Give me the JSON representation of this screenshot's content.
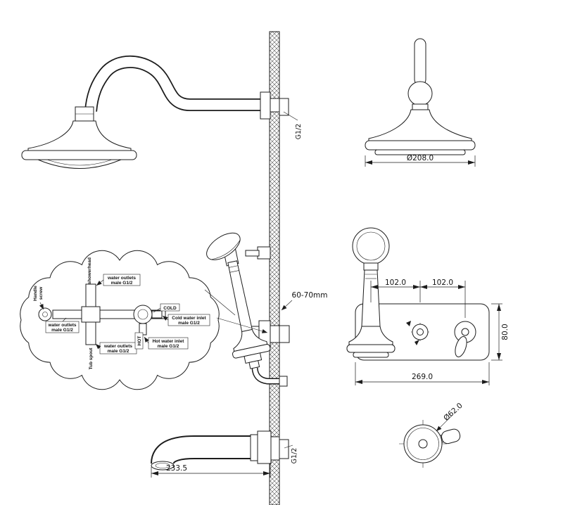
{
  "colors": {
    "background": "#ffffff",
    "line": "#1c1c1c"
  },
  "dimensions": {
    "head_diameter": "Ø208.0",
    "wall_offset": "60-70mm",
    "span_left": "102.0",
    "span_right": "102.0",
    "plate_height": "80.0",
    "plate_width": "269.0",
    "spout_length": "233.5",
    "knob_diameter": "Ø62.0"
  },
  "thread_labels": {
    "top": "G1/2",
    "bottom": "G1/2"
  },
  "callout": {
    "showerhead": "showerhead",
    "handle_line1": "Handle",
    "handle_line2": "screw",
    "outlet_top_line1": "water outlets",
    "outlet_top_line2": "male G1/2",
    "outlet_left_line1": "water outlets",
    "outlet_left_line2": "male G1/2",
    "outlet_bottom_line1": "water outlets",
    "outlet_bottom_line2": "male G1/2",
    "cold": "COLD",
    "cold_inlet_line1": "Cold water inlet",
    "cold_inlet_line2": "male G1/2",
    "hot": "HOT",
    "hot_inlet_line1": "Hot water inlet",
    "hot_inlet_line2": "male G1/2",
    "tub_spout": "Tub spout"
  }
}
